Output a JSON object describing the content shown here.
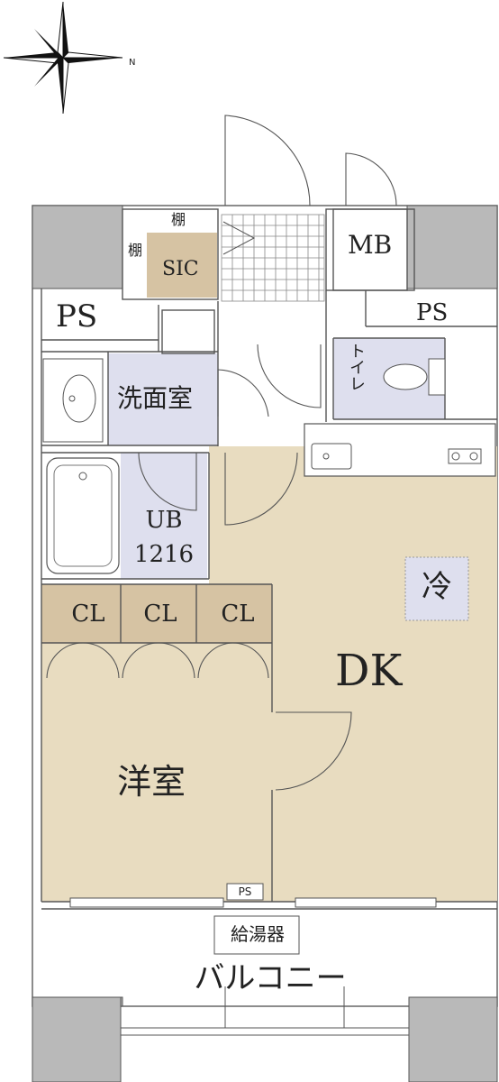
{
  "compass": {
    "north_label": "N"
  },
  "colors": {
    "wall": "#b9b9b9",
    "floor_wood": "#e8dcc0",
    "wet_area": "#dedfee",
    "storage": "#d6c3a3",
    "line": "#555555",
    "background": "#ffffff"
  },
  "rooms": {
    "shelf_top": "棚",
    "shelf_side": "棚",
    "sic": "SIC",
    "mb": "MB",
    "ps_left": "PS",
    "ps_right": "PS",
    "toilet": "トイレ",
    "washroom": "洗面室",
    "ub": "UB",
    "ub_size": "1216",
    "fridge": "冷",
    "closet_1": "CL",
    "closet_2": "CL",
    "closet_3": "CL",
    "dk": "DK",
    "western_room": "洋室",
    "ps_small": "PS",
    "water_heater": "給湯器",
    "balcony": "バルコニー"
  }
}
